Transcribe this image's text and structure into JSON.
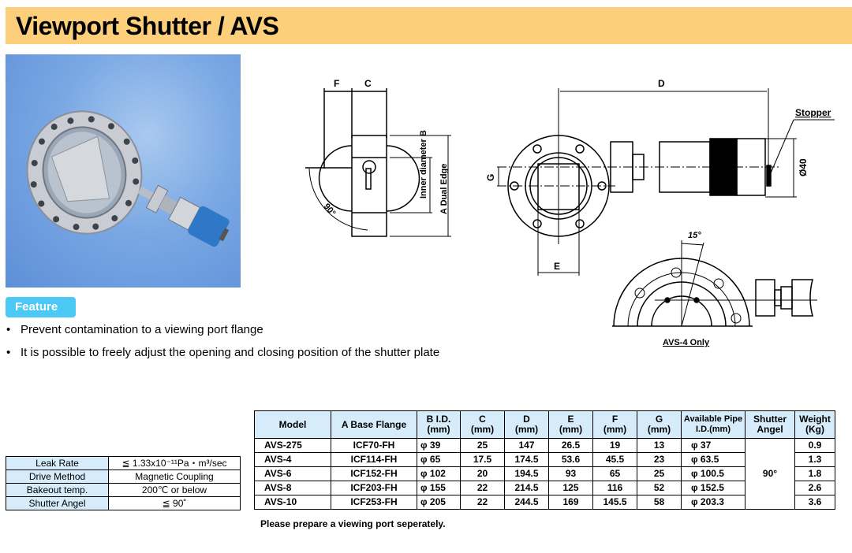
{
  "header": {
    "title": "Viewport Shutter / AVS",
    "bg_color": "#fdcf7a"
  },
  "photo": {
    "alt": "AVS viewport shutter product photo"
  },
  "feature": {
    "tag": "Feature",
    "tag_color": "#4cc8f4",
    "bullets": [
      "Prevent contamination to a viewing port flange",
      "It is possible to freely adjust the opening and closing position of the shutter plate"
    ]
  },
  "drawing": {
    "side_view": {
      "dim_f": "F",
      "dim_c": "C",
      "label_b": "Inner diameter B",
      "label_a": "A Dual Edge",
      "angle": "90°"
    },
    "front_view": {
      "dim_d": "D",
      "dim_g": "G",
      "dim_e": "E",
      "stopper": "Stopper",
      "diameter": "Ø40"
    },
    "detail_view": {
      "angle": "15°",
      "caption": "AVS-4 Only"
    }
  },
  "specs": [
    {
      "key": "Leak Rate",
      "value": "≦ 1.33x10⁻¹¹Pa・m³/sec"
    },
    {
      "key": "Drive Method",
      "value": "Magnetic Coupling"
    },
    {
      "key": "Bakeout temp.",
      "value": "200℃ or below"
    },
    {
      "key": "Shutter Angel",
      "value": "≦ 90˚"
    }
  ],
  "table": {
    "headers": [
      "Model",
      "A Base Flange",
      "B I.D.\n(mm)",
      "C\n(mm)",
      "D\n(mm)",
      "E\n(mm)",
      "F\n(mm)",
      "G\n(mm)",
      "Available Pipe\nI.D.(mm)",
      "Shutter\nAngel",
      "Weight\n(Kg)"
    ],
    "shutter_angle": "90°",
    "rows": [
      {
        "model": "AVS-275",
        "flange": "ICF70-FH",
        "b": "φ 39",
        "c": "25",
        "d": "147",
        "e": "26.5",
        "f": "19",
        "g": "13",
        "pipe": "φ 37",
        "weight": "0.9"
      },
      {
        "model": "AVS-4",
        "flange": "ICF114-FH",
        "b": "φ 65",
        "c": "17.5",
        "d": "174.5",
        "e": "53.6",
        "f": "45.5",
        "g": "23",
        "pipe": "φ 63.5",
        "weight": "1.3"
      },
      {
        "model": "AVS-6",
        "flange": "ICF152-FH",
        "b": "φ 102",
        "c": "20",
        "d": "194.5",
        "e": "93",
        "f": "65",
        "g": "25",
        "pipe": "φ 100.5",
        "weight": "1.8"
      },
      {
        "model": "AVS-8",
        "flange": "ICF203-FH",
        "b": "φ 155",
        "c": "22",
        "d": "214.5",
        "e": "125",
        "f": "116",
        "g": "52",
        "pipe": "φ 152.5",
        "weight": "2.6"
      },
      {
        "model": "AVS-10",
        "flange": "ICF253-FH",
        "b": "φ 205",
        "c": "22",
        "d": "244.5",
        "e": "169",
        "f": "145.5",
        "g": "58",
        "pipe": "φ 203.3",
        "weight": "3.6"
      }
    ],
    "note": "Please prepare a viewing port seperately."
  }
}
